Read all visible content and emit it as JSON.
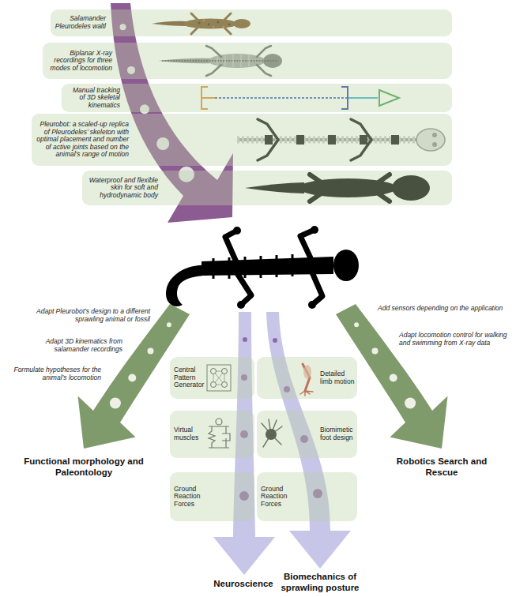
{
  "diagram": {
    "nodes": [
      {
        "text": [
          "Salamander Pleurodeles waltl"
        ]
      },
      {
        "text": [
          "Biplanar X-ray recordings for three modes of locomotion"
        ]
      },
      {
        "text": [
          "Manual tracking of 3D skeletal kinematics"
        ]
      },
      {
        "text": [
          "Pleurobot: a scaled-up replica of Pleurodeles’ skeleton with optimal placement and number of active joints based on the animal’s range of motion"
        ]
      },
      {
        "text": [
          "Waterproof and flexible skin for soft and hydrodynamic body"
        ]
      },
      {
        "text": [
          "Central Pattern Generator"
        ]
      },
      {
        "text": [
          "Detailed limb motion"
        ]
      },
      {
        "text": [
          "Virtual muscles"
        ]
      },
      {
        "text": [
          "Biomimetic foot design"
        ]
      },
      {
        "text": [
          "Ground Reaction Forces"
        ]
      },
      {
        "text": [
          "Ground Reaction Forces"
        ]
      }
    ],
    "labels": [
      "Adapt Pleurobot’s design to a different sprawling animal or fossil",
      "Adapt 3D kinematics from salamander recordings",
      "Formulate hypotheses for the animal’s locomotion",
      "Add sensors depending on the application",
      "Adapt locomotion control for walking and swimming from X-ray data",
      "Functional morphology and Paleontology",
      "Neuroscience",
      "Biomechanics of sprawling posture",
      "Robotics Search and Rescue"
    ]
  }
}
